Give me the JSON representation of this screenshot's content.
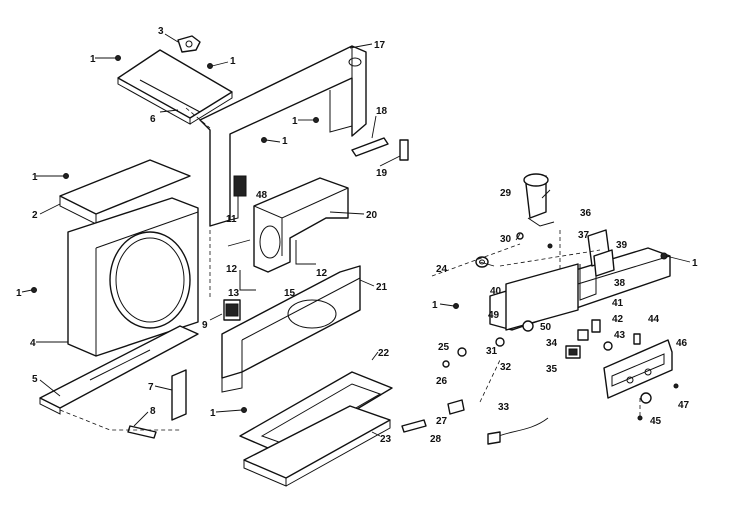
{
  "labels": {
    "l1a": "1",
    "l1b": "1",
    "l1c": "1",
    "l1d": "1",
    "l1e": "1",
    "l1f": "1",
    "l1g": "1",
    "l1h": "1",
    "l1i": "1",
    "l2": "2",
    "l3": "3",
    "l4": "4",
    "l5": "5",
    "l6": "6",
    "l7": "7",
    "l8": "8",
    "l9": "9",
    "l11": "11",
    "l12a": "12",
    "l12b": "12",
    "l13": "13",
    "l15": "15",
    "l17": "17",
    "l18": "18",
    "l19": "19",
    "l20": "20",
    "l21": "21",
    "l22": "22",
    "l23": "23",
    "l24": "24",
    "l25": "25",
    "l26": "26",
    "l27": "27",
    "l28": "28",
    "l29": "29",
    "l30": "30",
    "l31": "31",
    "l32": "32",
    "l33": "33",
    "l34": "34",
    "l35": "35",
    "l36": "36",
    "l37": "37",
    "l38": "38",
    "l39": "39",
    "l40": "40",
    "l41": "41",
    "l42": "42",
    "l43": "43",
    "l44": "44",
    "l45": "45",
    "l46": "46",
    "l47": "47",
    "l48": "48",
    "l49": "49",
    "l50": "50"
  }
}
